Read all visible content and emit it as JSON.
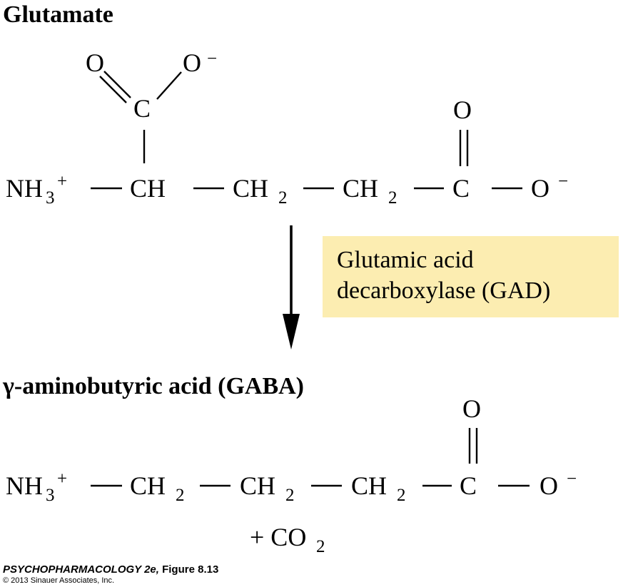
{
  "colors": {
    "enzyme_box_fill": "#fcedb1",
    "text": "#000000",
    "background": "#ffffff"
  },
  "glutamate": {
    "title": "Glutamate",
    "top_carboxyl_o": "O",
    "top_carboxyl_o_minus": "O",
    "top_carboxyl_c": "C",
    "backbone_nh3": "NH",
    "backbone_ch": "CH",
    "backbone_ch2_a": "CH",
    "backbone_ch2_b": "CH",
    "backbone_c": "C",
    "backbone_o_minus": "O",
    "carbonyl_o": "O",
    "sub_3": "3",
    "sub_2": "2",
    "charge_plus": "+",
    "charge_minus": "−"
  },
  "enzyme": {
    "line1": "Glutamic acid",
    "line2": "decarboxylase (GAD)"
  },
  "gaba": {
    "title": "γ-aminobutyric acid (GABA)",
    "backbone_nh3": "NH",
    "backbone_ch2_a": "CH",
    "backbone_ch2_b": "CH",
    "backbone_ch2_c": "CH",
    "backbone_c": "C",
    "backbone_o_minus": "O",
    "carbonyl_o": "O",
    "co2_prefix": "+ CO",
    "sub_3": "3",
    "sub_2": "2",
    "charge_plus": "+",
    "charge_minus": "−"
  },
  "footer": {
    "caption_italic": "PSYCHOPHARMACOLOGY 2e,",
    "caption_figure": " Figure 8.13",
    "copyright": "© 2013 Sinauer Associates, Inc."
  }
}
